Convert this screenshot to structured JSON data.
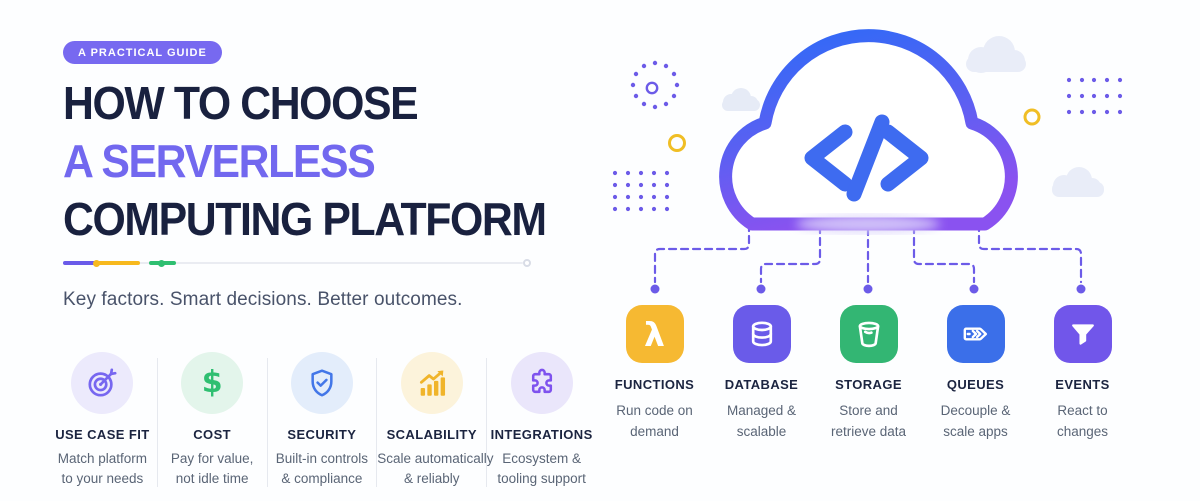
{
  "badge": {
    "label": "A PRACTICAL GUIDE"
  },
  "title": {
    "line1": "HOW TO CHOOSE",
    "line2": "A SERVERLESS",
    "line3": "COMPUTING PLATFORM"
  },
  "subtitle": "Key factors. Smart decisions. Better outcomes.",
  "factors": [
    {
      "label": "USE CASE FIT",
      "icon": "target-icon",
      "description": [
        "Match platform",
        "to your needs"
      ]
    },
    {
      "label": "COST",
      "icon": "dollar-icon",
      "glyph": "$",
      "description": [
        "Pay for value,",
        "not idle time"
      ]
    },
    {
      "label": "SECURITY",
      "icon": "shield-check-icon",
      "description": [
        "Built-in controls",
        "& compliance"
      ]
    },
    {
      "label": "SCALABILITY",
      "icon": "growth-chart-icon",
      "description": [
        "Scale automatically",
        "& reliably"
      ]
    },
    {
      "label": "INTEGRATIONS",
      "icon": "puzzle-icon",
      "description": [
        "Ecosystem &",
        "tooling support"
      ]
    }
  ],
  "services": [
    {
      "label": "FUNCTIONS",
      "icon": "lambda-icon",
      "glyph": "λ",
      "tile_color": "#f6b932",
      "description": [
        "Run code on",
        "demand"
      ]
    },
    {
      "label": "DATABASE",
      "icon": "database-icon",
      "tile_color": "#6a5be9",
      "description": [
        "Managed &",
        "scalable"
      ]
    },
    {
      "label": "STORAGE",
      "icon": "bucket-icon",
      "tile_color": "#33b673",
      "description": [
        "Store and",
        "retrieve data"
      ]
    },
    {
      "label": "QUEUES",
      "icon": "queue-arrows-icon",
      "tile_color": "#3b6fe9",
      "description": [
        "Decouple &",
        "scale apps"
      ]
    },
    {
      "label": "EVENTS",
      "icon": "funnel-icon",
      "tile_color": "#7156ea",
      "description": [
        "React to",
        "changes"
      ]
    }
  ],
  "palette": {
    "navy": "#19213f",
    "title_purple": "#7268ef",
    "badge_purple": "#7769f0",
    "connector_purple": "#6c5be8",
    "cloud_gradient": [
      "#2c6bf7",
      "#8a52f0"
    ],
    "code_blue": "#3e6bf0",
    "divider_segments": [
      "#6a5be9",
      "#f7b91e",
      "#2fbf71"
    ],
    "text_gray": "#5a6576"
  }
}
